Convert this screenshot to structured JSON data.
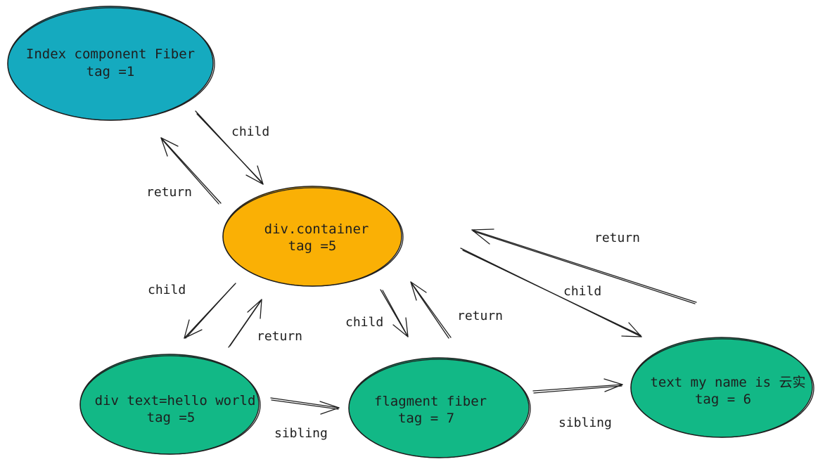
{
  "colors": {
    "stroke": "#1e1e1e",
    "blue": "#15aabf",
    "orange": "#fab005",
    "green": "#12b886"
  },
  "nodes": {
    "index": {
      "line1": "Index component Fiber",
      "line2": "tag =1",
      "color": "#15aabf"
    },
    "container": {
      "line1": "div.container",
      "line2": "tag =5",
      "color": "#fab005"
    },
    "div_text": {
      "line1": "div text=hello world",
      "line2": "tag =5",
      "color": "#12b886"
    },
    "fragment": {
      "line1": "flagment fiber",
      "line2": "tag = 7",
      "color": "#12b886"
    },
    "text": {
      "line1": "text my name is 云实",
      "line2": "tag = 6",
      "color": "#12b886"
    }
  },
  "edges": {
    "index_to_container": "child",
    "container_to_index": "return",
    "container_to_div": "child",
    "div_to_container": "return",
    "container_to_fragment": "child",
    "fragment_to_container": "return",
    "container_to_text": "child",
    "text_to_container": "return",
    "div_to_fragment": "sibling",
    "fragment_to_text": "sibling"
  }
}
